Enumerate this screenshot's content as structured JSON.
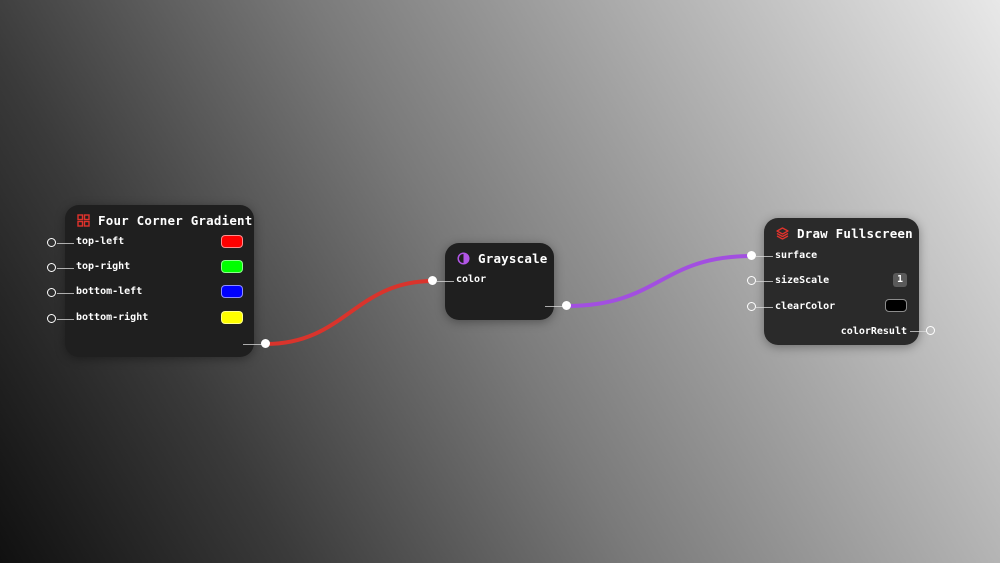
{
  "nodes": {
    "gradient": {
      "title": "Four Corner Gradient",
      "icon": "grid-icon",
      "inputs": [
        {
          "label": "top-left",
          "color": "#ff0000"
        },
        {
          "label": "top-right",
          "color": "#00ff00"
        },
        {
          "label": "bottom-left",
          "color": "#0000ff"
        },
        {
          "label": "bottom-right",
          "color": "#ffff00"
        }
      ]
    },
    "grayscale": {
      "title": "Grayscale",
      "icon": "half-circle-icon",
      "inputs": [
        {
          "label": "color"
        }
      ]
    },
    "draw": {
      "title": "Draw Fullscreen",
      "icon": "layers-icon",
      "inputs": [
        {
          "label": "surface"
        },
        {
          "label": "sizeScale",
          "value": "1"
        },
        {
          "label": "clearColor",
          "color": "#000000"
        }
      ],
      "outputs": [
        {
          "label": "colorResult"
        }
      ]
    }
  },
  "colors": {
    "node_bg": "#1f1f1f",
    "accent_red": "#e0332c",
    "accent_purple": "#b155e6",
    "wire_color": "#d9342c",
    "wire_surface": "#a24fe0"
  }
}
